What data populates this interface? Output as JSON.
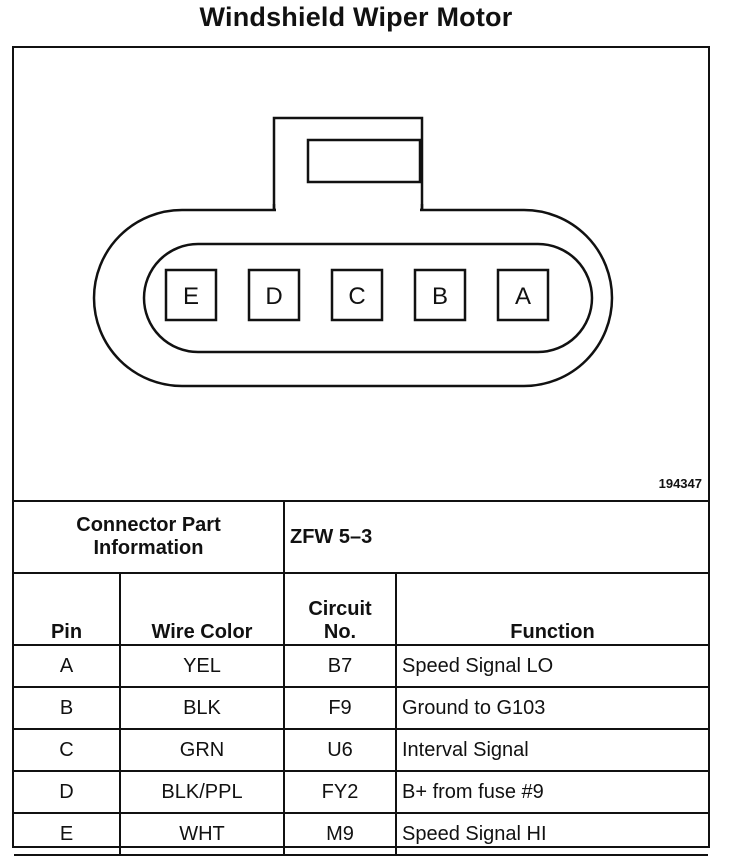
{
  "title": "Windshield Wiper Motor",
  "figure_id": "194347",
  "connector": {
    "pins": [
      "E",
      "D",
      "C",
      "B",
      "A"
    ]
  },
  "table": {
    "connector_label_line1": "Connector Part",
    "connector_label_line2": "Information",
    "connector_value": "ZFW 5–3",
    "headers": {
      "pin": "Pin",
      "wire_color": "Wire Color",
      "circuit_line1": "Circuit",
      "circuit_line2": "No.",
      "function": "Function"
    },
    "rows": [
      {
        "pin": "A",
        "wire_color": "YEL",
        "circuit": "B7",
        "function": "Speed Signal LO"
      },
      {
        "pin": "B",
        "wire_color": "BLK",
        "circuit": "F9",
        "function": "Ground to G103"
      },
      {
        "pin": "C",
        "wire_color": "GRN",
        "circuit": "U6",
        "function": "Interval Signal"
      },
      {
        "pin": "D",
        "wire_color": "BLK/PPL",
        "circuit": "FY2",
        "function": "B+ from fuse #9"
      },
      {
        "pin": "E",
        "wire_color": "WHT",
        "circuit": "M9",
        "function": "Speed Signal HI"
      }
    ]
  }
}
